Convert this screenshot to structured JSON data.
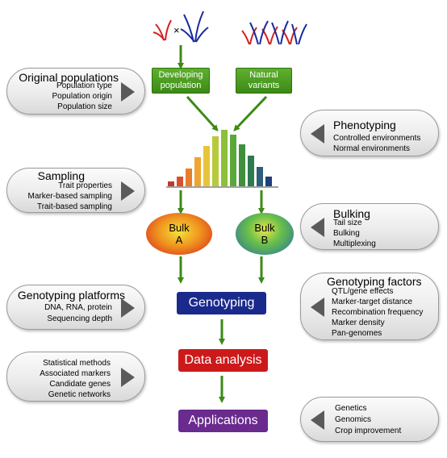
{
  "diagram": {
    "cross_symbol": "×",
    "developing_population": [
      "Developing",
      "population"
    ],
    "natural_variants": [
      "Natural",
      "variants"
    ],
    "bulk_a": [
      "Bulk",
      "A"
    ],
    "bulk_b": [
      "Bulk",
      "B"
    ],
    "stages": {
      "genotyping": "Genotyping",
      "data_analysis": "Data analysis",
      "applications": "Applications"
    },
    "left_panels": [
      {
        "title": "Original populations",
        "items": [
          "Population type",
          "Population origin",
          "Population size"
        ]
      },
      {
        "title": "Sampling",
        "items": [
          "Trait properties",
          "Marker-based sampling",
          "Trait-based sampling"
        ]
      },
      {
        "title": "Genotyping platforms",
        "items": [
          "DNA, RNA, protein",
          "Sequencing depth"
        ]
      },
      {
        "title": "",
        "items": [
          "Statistical methods",
          "Associated markers",
          "Candidate genes",
          "Genetic networks"
        ]
      }
    ],
    "right_panels": [
      {
        "title": "Phenotyping",
        "items": [
          "Controlled environments",
          "Normal environments"
        ]
      },
      {
        "title": "Bulking",
        "items": [
          "Tail size",
          "Bulking",
          "Multiplexing"
        ]
      },
      {
        "title": "Genotyping factors",
        "items": [
          "QTL/gene effects",
          "Marker-target distance",
          "Recombination frequency",
          "Marker density",
          "Pan-genomes"
        ]
      },
      {
        "title": "",
        "items": [
          "Genetics",
          "Genomics",
          "Crop improvement"
        ]
      }
    ],
    "histogram_colors": [
      "#c0392b",
      "#d9502a",
      "#e87d2c",
      "#f0a431",
      "#e8c43a",
      "#b8c93c",
      "#8dbf3a",
      "#5aa83a",
      "#3f8f3c",
      "#2e7a4f",
      "#2d5f7a",
      "#1f3f7a"
    ],
    "colors": {
      "arrow_green": "#3c8a16",
      "genotyping_blue": "#1a2a8c",
      "data_analysis_red": "#cc1a1a",
      "applications_purple": "#6a2a8e",
      "plant_red": "#d42020",
      "plant_blue": "#1a2a9e"
    }
  }
}
